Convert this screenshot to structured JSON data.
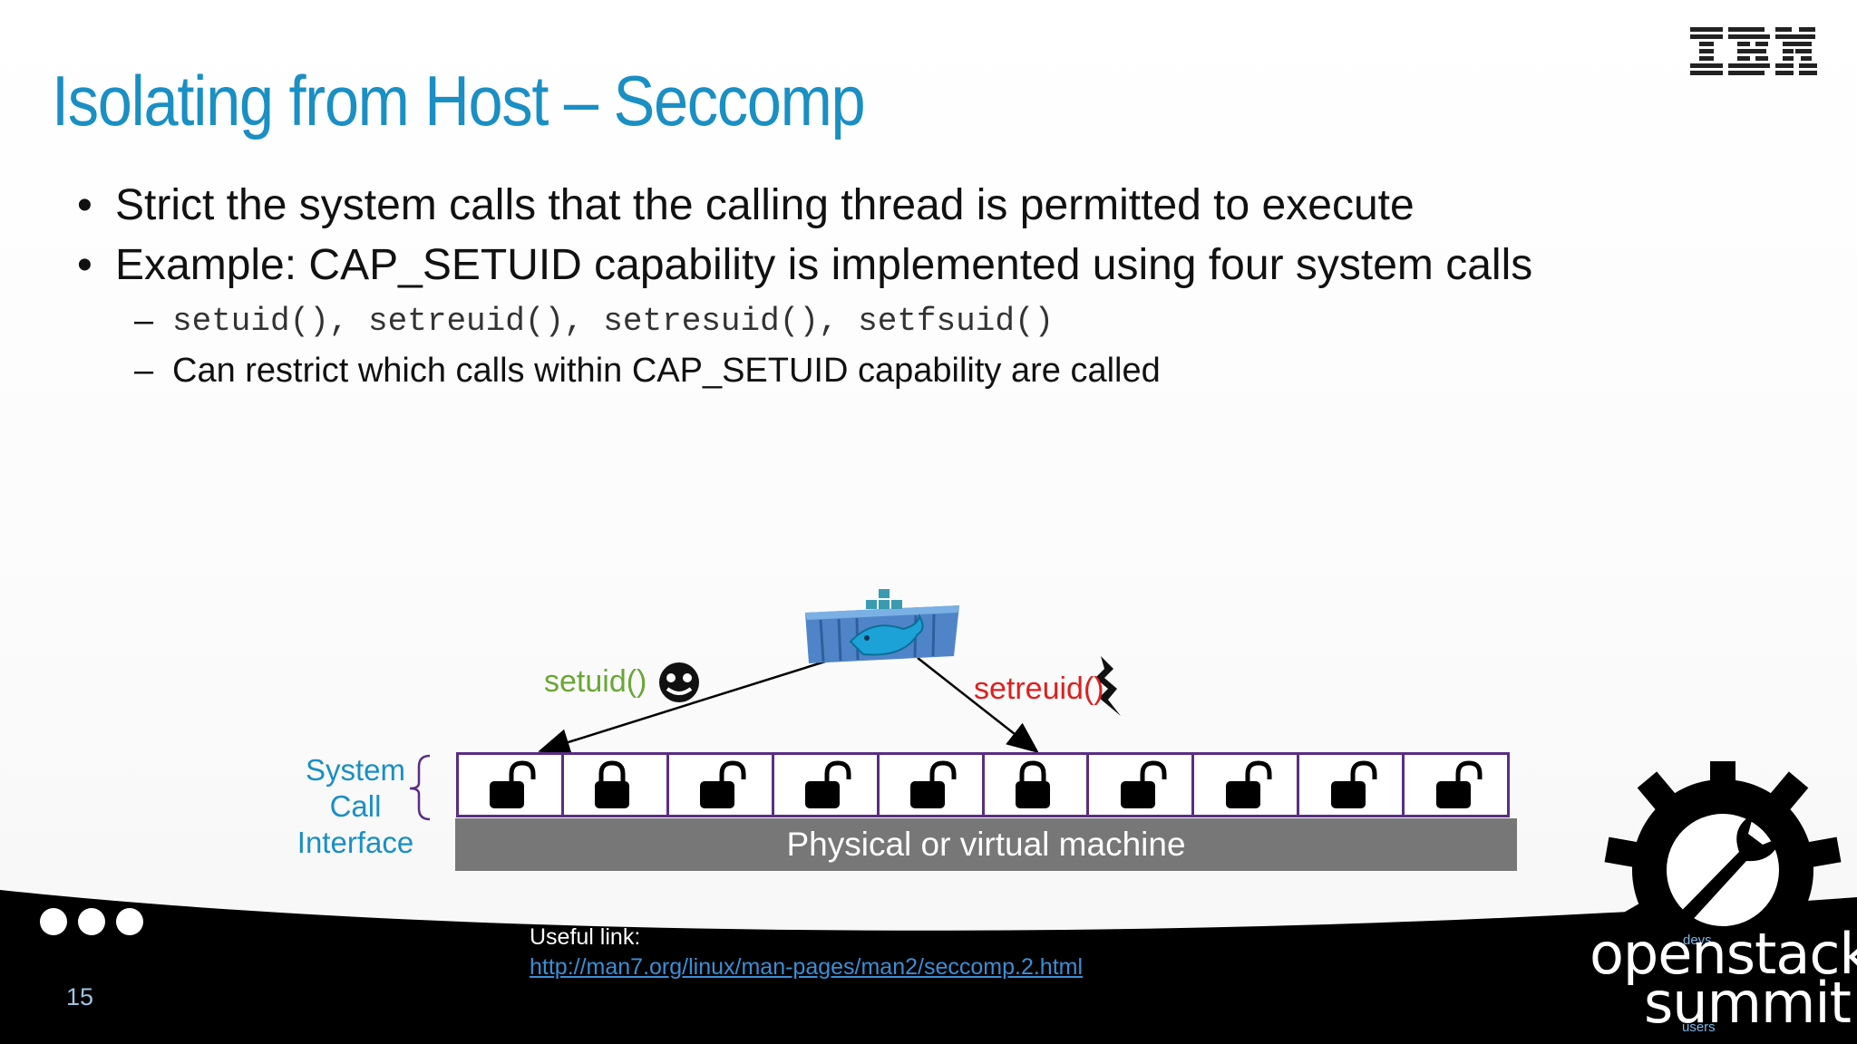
{
  "slide": {
    "title": "Isolating from Host – Seccomp",
    "brand_logo": "IBM",
    "page_number": "15",
    "colors": {
      "title": "#1a8fc4",
      "setuid": "#6aa636",
      "setreuid": "#e01e1e",
      "cell_border": "#5a2d82",
      "footer": "#000000"
    }
  },
  "bullets": [
    {
      "marker": "•",
      "text": "Strict the system calls that the calling thread is permitted to execute"
    },
    {
      "marker": "•",
      "text": "Example: CAP_SETUID capability is implemented using four system calls"
    }
  ],
  "sub_bullets": [
    {
      "marker": "–",
      "text": "setuid(), setreuid(), setresuid(), setfsuid()"
    },
    {
      "marker": "–",
      "text": "Can restrict which calls within CAP_SETUID capability are called"
    }
  ],
  "diagram": {
    "container_icon": "docker-container-icon",
    "allowed_call": {
      "label": "setuid()",
      "icon": "smiley-icon"
    },
    "blocked_call": {
      "label": "setreuid()",
      "icon": "lightning-bolt-icon"
    },
    "interface_label": "System Call Interface",
    "interface_lines": [
      "System",
      "Call",
      "Interface"
    ],
    "machine_label": "Physical or virtual machine",
    "locks": [
      "open",
      "closed",
      "open",
      "open",
      "open",
      "closed",
      "open",
      "open",
      "open",
      "open"
    ]
  },
  "footer": {
    "useful_label": "Useful link:",
    "useful_url": "http://man7.org/linux/man-pages/man2/seccomp.2.html",
    "event_logo": {
      "word1": "openstack",
      "word2": "summit",
      "top_tag": "devs",
      "bottom_tag": "users"
    }
  }
}
